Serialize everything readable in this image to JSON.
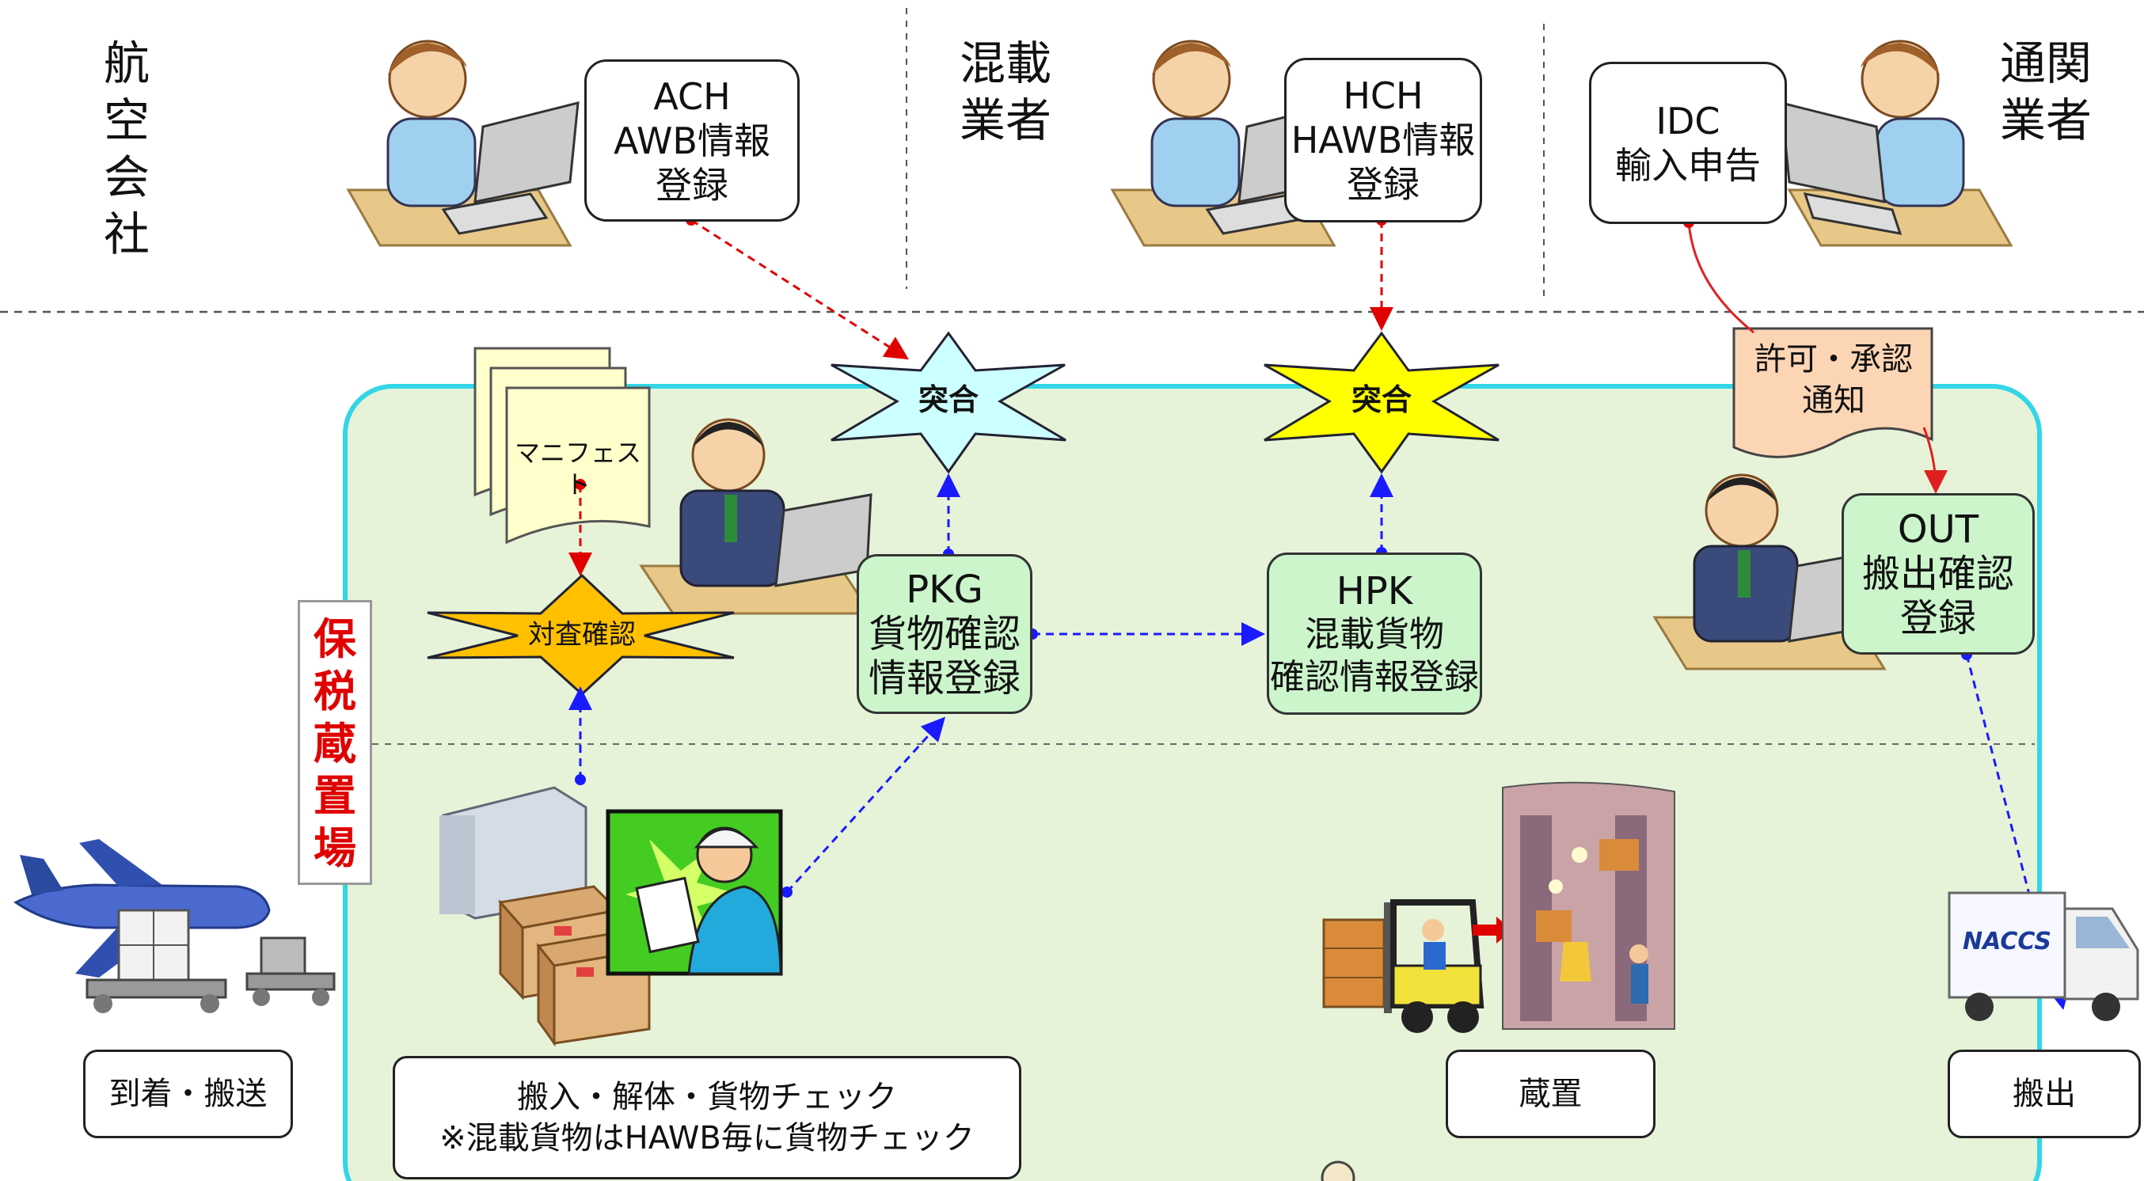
{
  "roles": {
    "airline": [
      "航",
      "空",
      "会",
      "社"
    ],
    "forwarder": [
      "混載",
      "業者"
    ],
    "customs_broker": [
      "通関",
      "業者"
    ]
  },
  "registrations": {
    "ach": {
      "line1": "ACH",
      "line2": "AWB情報",
      "line3": "登録"
    },
    "hch": {
      "line1": "HCH",
      "line2": "HAWB情報",
      "line3": "登録"
    },
    "idc": {
      "line1": "IDC",
      "line2": "輸入申告"
    }
  },
  "stars": {
    "match1": "突合",
    "match2": "突合",
    "check": "対査確認"
  },
  "manifest": "マニフェスト",
  "permit_note": {
    "line1": "許可・承認",
    "line2": "通知"
  },
  "steps": {
    "pkg": {
      "line1": "PKG",
      "line2": "貨物確認",
      "line3": "情報登録"
    },
    "hpk": {
      "line1": "HPK",
      "line2": "混載貨物",
      "line3": "確認情報登録"
    },
    "out": {
      "line1": "OUT",
      "line2": "搬出確認",
      "line3": "登録"
    }
  },
  "bonded_area": [
    "保",
    "税",
    "蔵",
    "置",
    "場"
  ],
  "stages": {
    "arrival": "到着・搬送",
    "receiving_line1": "搬入・解体・貨物チェック",
    "receiving_line2": "※混載貨物はHAWB毎に貨物チェック",
    "storage": "蔵置",
    "delivery": "搬出"
  },
  "truck_text": "NACCS",
  "colors": {
    "bonded_fill": "#e6f3d9",
    "bonded_border": "#33d6e6",
    "step_fill": "#ccf5cc",
    "star1_fill": "#ccffff",
    "star2_fill": "#ffff00",
    "star3_fill": "#ffc000",
    "note_fill": "#fcd5b5",
    "red_accent": "#e00000",
    "blue_arrow": "#1a1aff"
  },
  "icons": [
    "woman-at-laptop-icon",
    "man-at-laptop-icon",
    "document-stack-icon",
    "airplane-icon",
    "cargo-container-icon",
    "worker-checklist-icon",
    "forklift-icon",
    "warehouse-icon",
    "truck-icon"
  ]
}
